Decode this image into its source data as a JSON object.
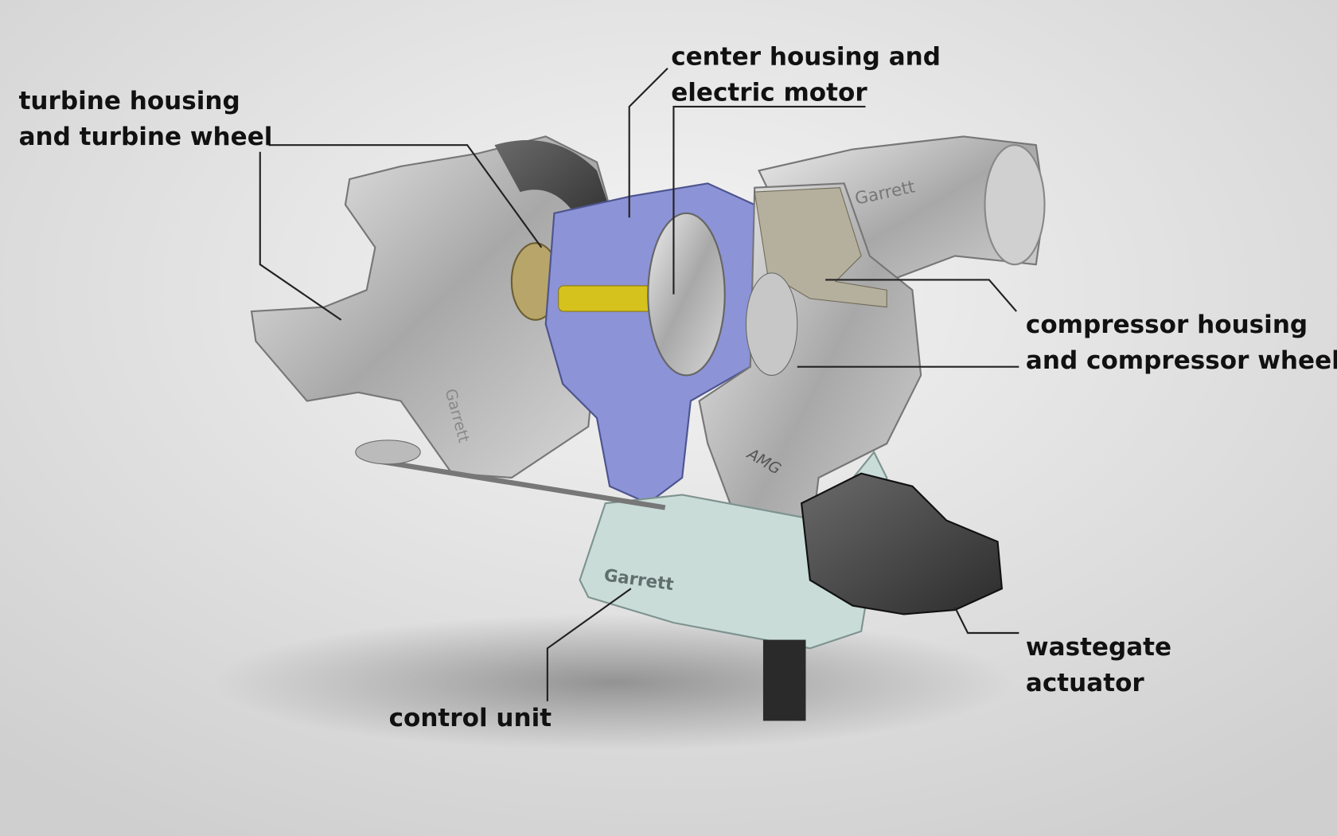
{
  "labels": {
    "turbine": [
      "turbine housing",
      "and turbine wheel"
    ],
    "center": [
      "center housing and",
      "electric motor"
    ],
    "compressor": [
      "compressor housing",
      "and compressor wheel"
    ],
    "wastegate": [
      "wastegate",
      "actuator"
    ],
    "control": [
      "control unit"
    ]
  },
  "brand_marks": [
    "Garrett",
    "Garrett",
    "Garrett",
    "AMG"
  ],
  "colors": {
    "background": "#e6e6e6",
    "metal": "#b9b9b9",
    "center_housing": "#8c93d6",
    "control_unit": "#c9dcd8",
    "actuator": "#222222",
    "shaft": "#d6c21c",
    "text": "#111111"
  }
}
